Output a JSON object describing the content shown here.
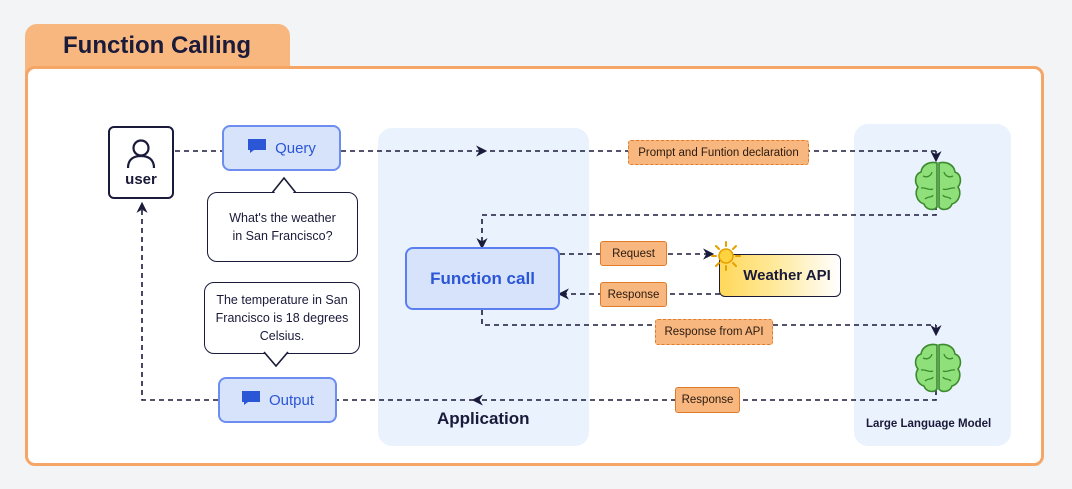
{
  "title": "Function Calling",
  "user": {
    "label": "user",
    "icon": "person-icon"
  },
  "query": {
    "label": "Query",
    "icon": "chat-icon"
  },
  "output": {
    "label": "Output",
    "icon": "chat-icon"
  },
  "query_bubble": {
    "line1": "What's the weather",
    "line2": "in San Francisco?"
  },
  "output_bubble": {
    "line1": "The temperature in San",
    "line2": "Francisco is 18 degrees",
    "line3": "Celsius."
  },
  "application": {
    "label": "Application",
    "function_call": "Function call"
  },
  "weather_api": {
    "label": "Weather API",
    "icon": "sun-icon"
  },
  "llm": {
    "label": "Large Language Model",
    "icon": "brain-icon"
  },
  "edges": {
    "prompt": "Prompt and Funtion declaration",
    "request": "Request",
    "api_response": "Response",
    "response_from_api": "Response from API",
    "final_response": "Response"
  },
  "colors": {
    "accent_orange": "#f5a566",
    "tag_orange": "#f8b77e",
    "blue": "#2b56d6",
    "panel": "#eaf2fd",
    "ink": "#1a1a3a",
    "brain_green": "#8fe07a"
  }
}
